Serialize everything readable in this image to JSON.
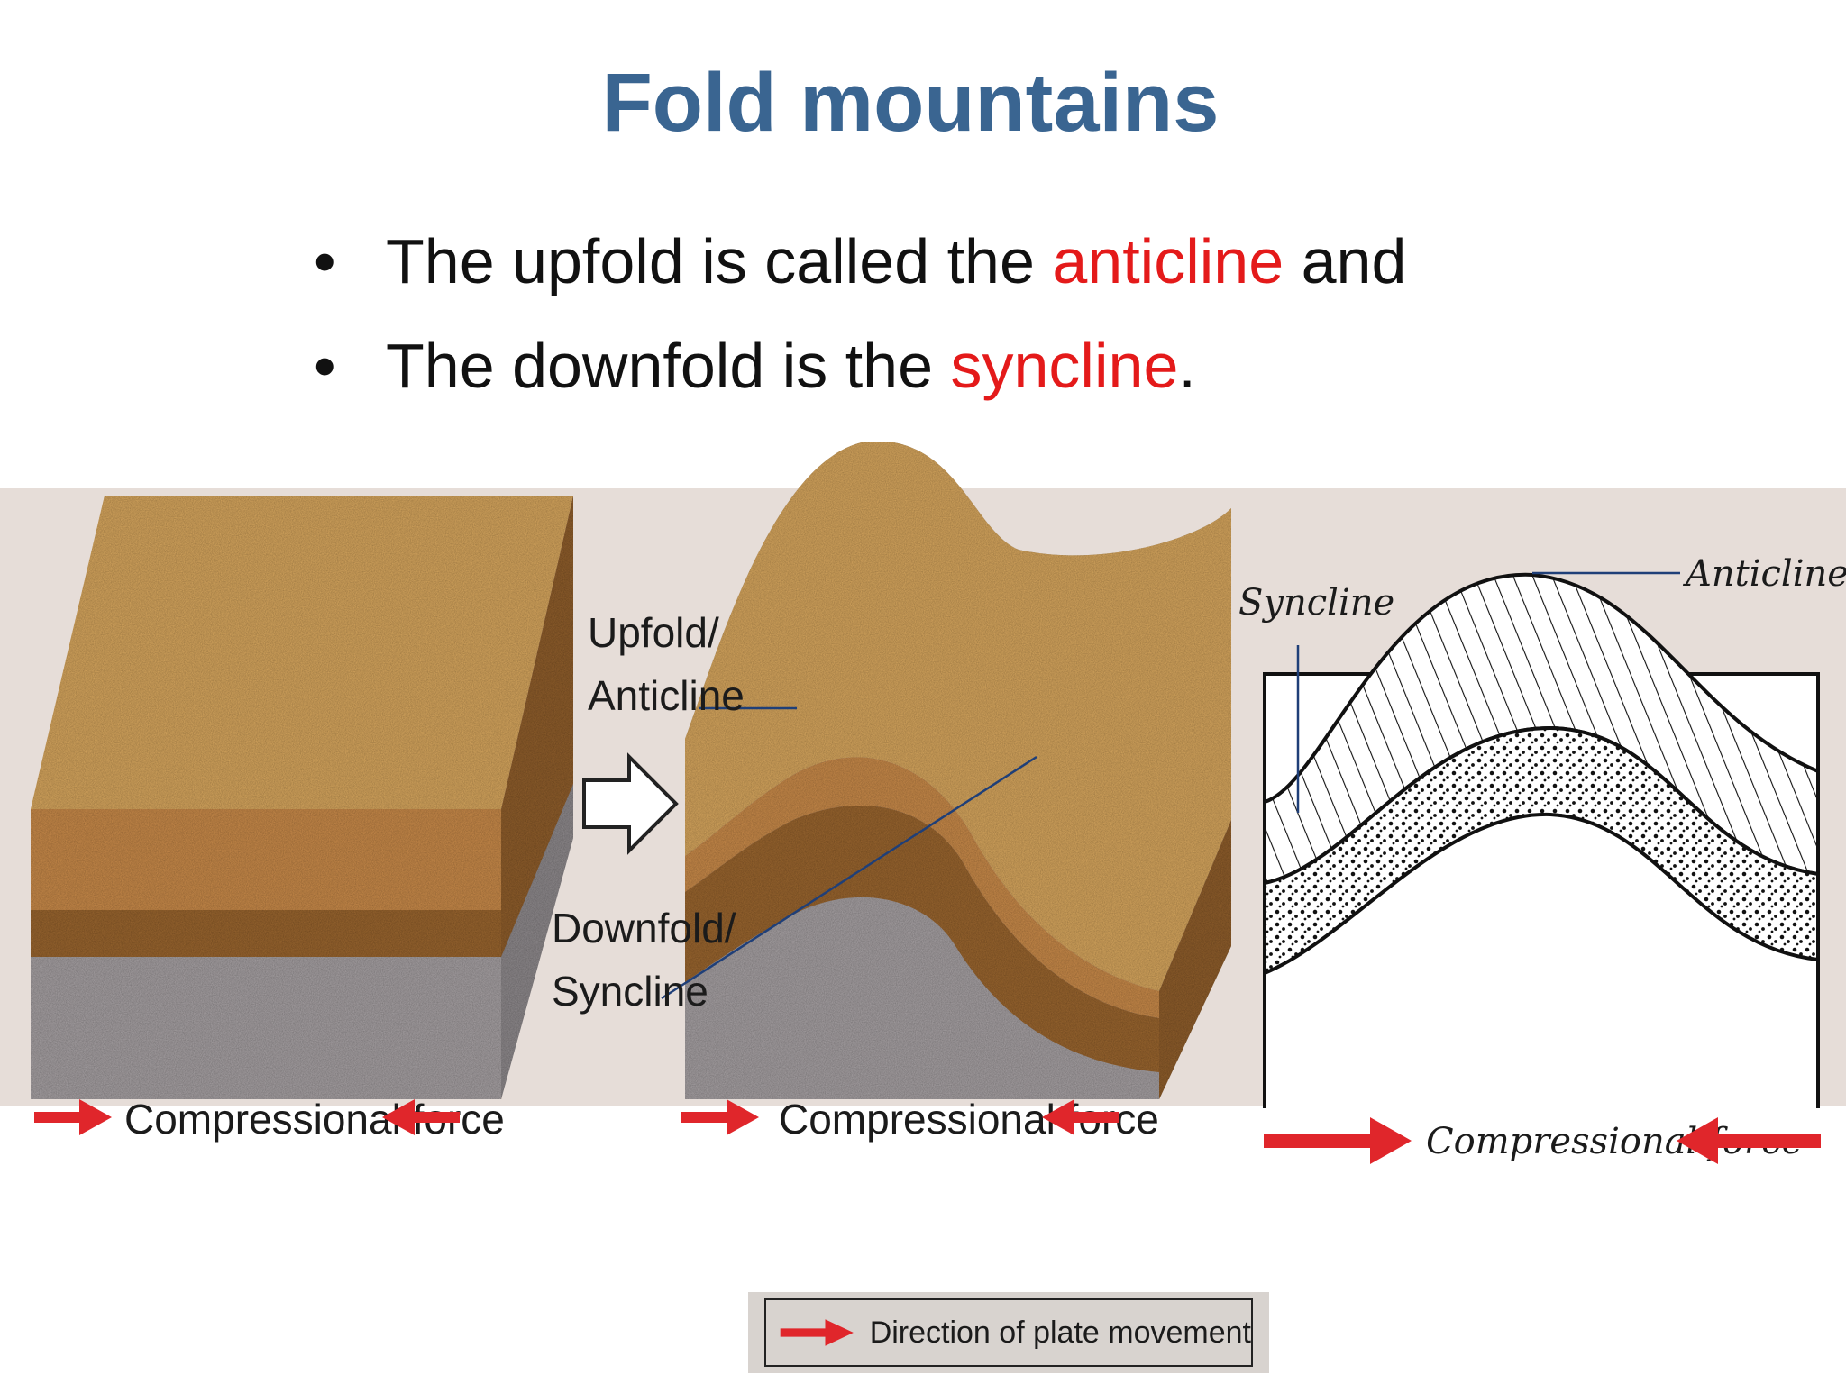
{
  "title": "Fold mountains",
  "bullets": [
    {
      "before": "The upfold is called the ",
      "term": "anticline",
      "after": " and"
    },
    {
      "before": "The downfold is the ",
      "term": "syncline",
      "after": "."
    }
  ],
  "figure": {
    "panel1": {
      "force_label": "Compressional force"
    },
    "panel2": {
      "upfold_label_line1": "Upfold/",
      "upfold_label_line2": "Anticline",
      "downfold_label_line1": "Downfold/",
      "downfold_label_line2": "Syncline",
      "force_label": "Compressional force"
    },
    "panel3": {
      "syncline_label": "Syncline",
      "anticline_label": "Anticline",
      "force_label": "Compressional force"
    }
  },
  "legend": {
    "text": "Direction of plate movement"
  },
  "colors": {
    "title": "#3a6591",
    "term": "#e41a1a",
    "arrow": "#e0262b",
    "sand": "#d6a65f",
    "mid_layer": "#c8884a",
    "dark_layer": "#9a6632",
    "rock": "#a6a0a3",
    "figure_background": "#e6ddd8"
  },
  "icons": [
    "red-right-arrow-icon",
    "red-left-arrow-icon",
    "hollow-right-arrow-icon"
  ]
}
